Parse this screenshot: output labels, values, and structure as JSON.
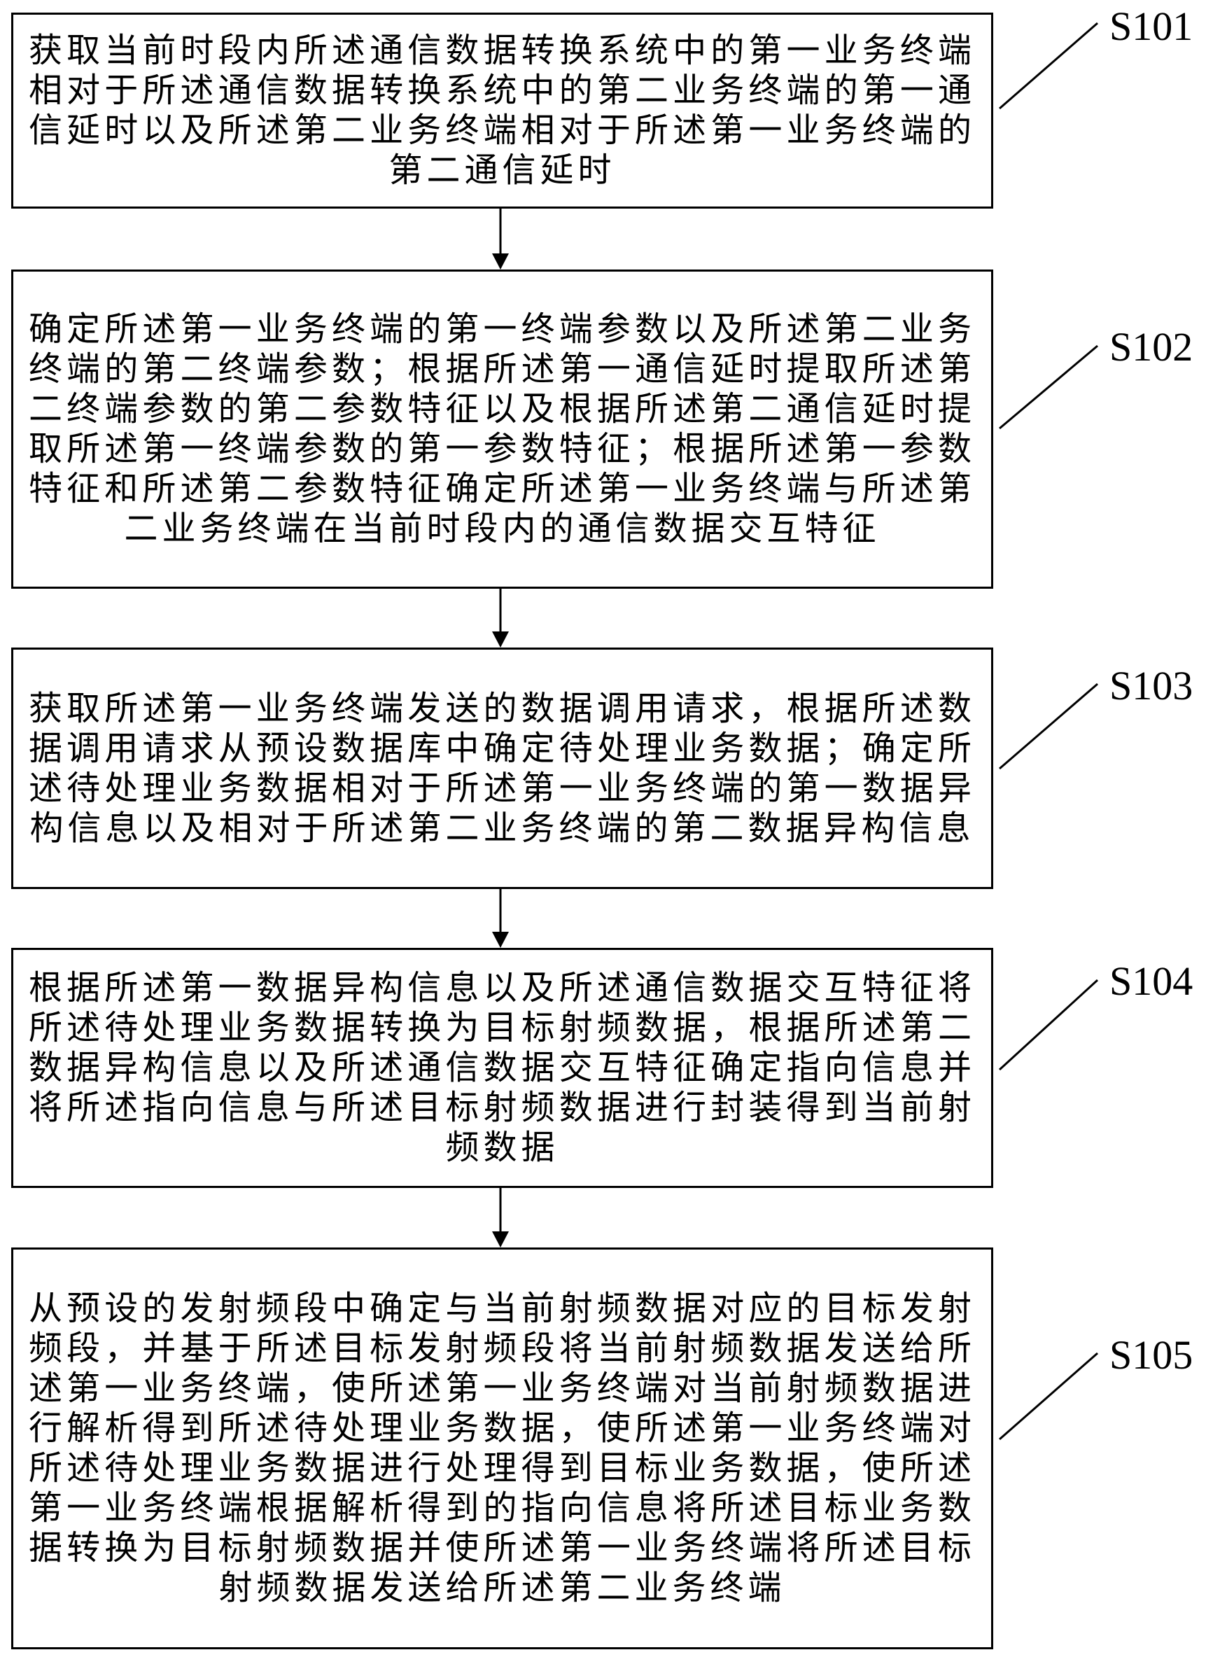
{
  "steps": [
    {
      "label": "S101",
      "text": "获取当前时段内所述通信数据转换系统中的第一业务终端相对于所述通信数据转换系统中的第二业务终端的第一通信延时以及所述第二业务终端相对于所述第一业务终端的第二通信延时"
    },
    {
      "label": "S102",
      "text": "确定所述第一业务终端的第一终端参数以及所述第二业务终端的第二终端参数；根据所述第一通信延时提取所述第二终端参数的第二参数特征以及根据所述第二通信延时提取所述第一终端参数的第一参数特征；根据所述第一参数特征和所述第二参数特征确定所述第一业务终端与所述第二业务终端在当前时段内的通信数据交互特征"
    },
    {
      "label": "S103",
      "text": "获取所述第一业务终端发送的数据调用请求，根据所述数据调用请求从预设数据库中确定待处理业务数据；确定所述待处理业务数据相对于所述第一业务终端的第一数据异构信息以及相对于所述第二业务终端的第二数据异构信息"
    },
    {
      "label": "S104",
      "text": "根据所述第一数据异构信息以及所述通信数据交互特征将所述待处理业务数据转换为目标射频数据，根据所述第二数据异构信息以及所述通信数据交互特征确定指向信息并将所述指向信息与所述目标射频数据进行封装得到当前射频数据"
    },
    {
      "label": "S105",
      "text": "从预设的发射频段中确定与当前射频数据对应的目标发射频段，并基于所述目标发射频段将当前射频数据发送给所述第一业务终端，使所述第一业务终端对当前射频数据进行解析得到所述待处理业务数据，使所述第一业务终端对所述待处理业务数据进行处理得到目标业务数据，使所述第一业务终端根据解析得到的指向信息将所述目标业务数据转换为目标射频数据并使所述第一业务终端将所述目标射频数据发送给所述第二业务终端"
    }
  ]
}
